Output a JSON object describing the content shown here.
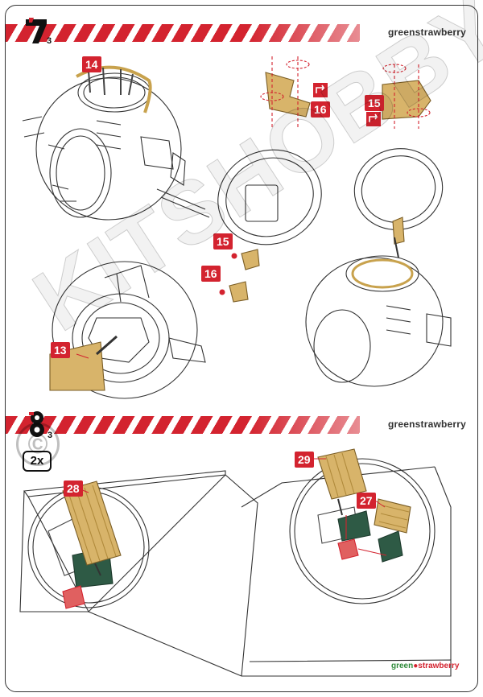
{
  "header": {
    "brand": "greenstrawberry"
  },
  "section2": {
    "brand": "greenstrawberry",
    "quantity": "2x"
  },
  "callouts": {
    "p14": "14",
    "p16a": "16",
    "p15a": "15",
    "p15b": "15",
    "p16b": "16",
    "p13": "13",
    "p29": "29",
    "p28": "28",
    "p27": "27"
  },
  "watermark": {
    "text": "KITSHOBBY",
    "symbol": "©"
  },
  "footer": {
    "brand_green": "green",
    "brand_red": "strawberry"
  },
  "colors": {
    "accent_red": "#d3232f",
    "part_gold": "#d8b46a",
    "part_green": "#2e5a45",
    "line": "#333333"
  }
}
